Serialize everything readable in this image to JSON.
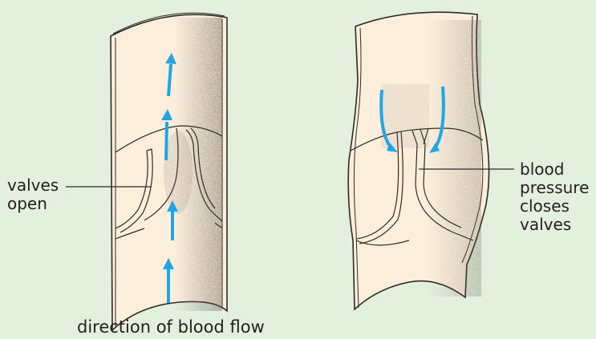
{
  "diagram": {
    "title": "Vein valves",
    "colors": {
      "background": "#e3f0dd",
      "vessel_fill": "#fbefdc",
      "outline": "#2e2a28",
      "arrow": "#1ea6e6",
      "text": "#231f20"
    },
    "panels": [
      {
        "id": "open",
        "state": "valves open",
        "flow_direction": "upward",
        "label_lines": [
          "valves",
          "open"
        ]
      },
      {
        "id": "closed",
        "state": "valves closed",
        "flow_direction": "backflow downward into valve pockets",
        "label_lines": [
          "blood",
          "pressure",
          "closes",
          "valves"
        ]
      }
    ],
    "caption": "direction of blood flow"
  }
}
